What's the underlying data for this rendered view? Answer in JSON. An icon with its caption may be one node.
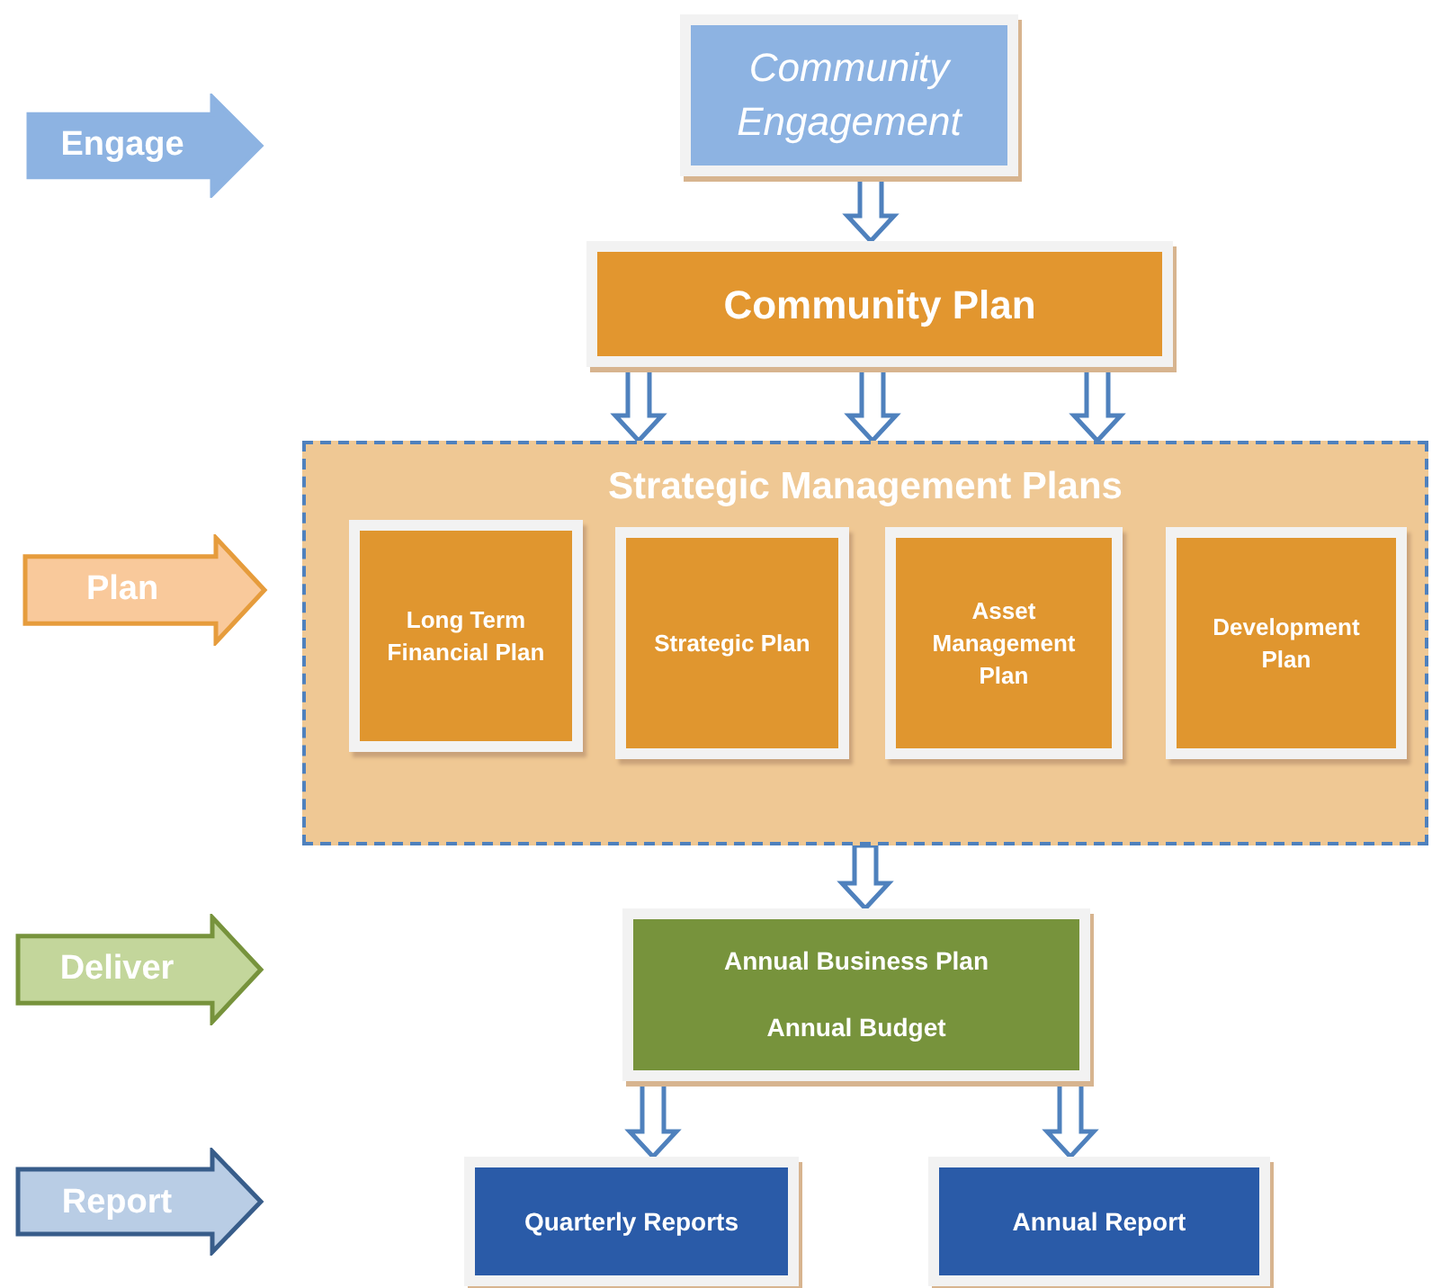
{
  "diagram": {
    "nodes": [
      {
        "text": [
          "Engage"
        ]
      },
      {
        "text": [
          "Community Engagement"
        ]
      },
      {
        "text": [
          "Community Plan"
        ]
      },
      {
        "text": [
          "Plan"
        ]
      },
      {
        "text": [
          "Strategic Management Plans"
        ]
      },
      {
        "text": [
          "Long Term Financial Plan"
        ],
        "in": 4
      },
      {
        "text": [
          "Strategic Plan"
        ],
        "in": 4
      },
      {
        "text": [
          "Asset Management Plan"
        ],
        "in": 4
      },
      {
        "text": [
          "Development Plan"
        ],
        "in": 4
      },
      {
        "text": [
          "Deliver"
        ]
      },
      {
        "text": [
          "Annual Business Plan",
          "Annual Budget"
        ]
      },
      {
        "text": [
          "Report"
        ]
      },
      {
        "text": [
          "Quarterly Reports"
        ]
      },
      {
        "text": [
          "Annual Report"
        ]
      }
    ],
    "edges": [
      {
        "from": 1,
        "to": 2,
        "arrow": "to"
      },
      {
        "from": 2,
        "to": 4,
        "arrow": "to"
      },
      {
        "from": 2,
        "to": 4,
        "arrow": "to"
      },
      {
        "from": 2,
        "to": 4,
        "arrow": "to"
      },
      {
        "from": 4,
        "to": 10,
        "arrow": "to"
      },
      {
        "from": 10,
        "to": 12,
        "arrow": "to"
      },
      {
        "from": 10,
        "to": 13,
        "arrow": "to"
      }
    ]
  }
}
